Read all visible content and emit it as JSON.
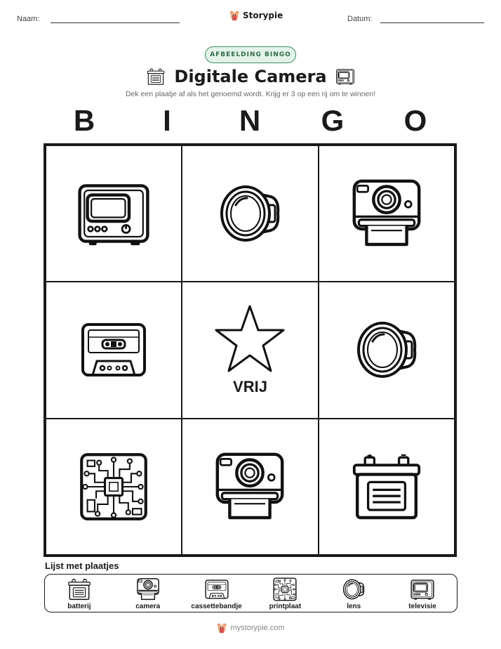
{
  "header": {
    "name_label": "Naam:",
    "date_label": "Datum:",
    "brand": "Storypie"
  },
  "badge": "AFBEELDING BINGO",
  "title": "Digitale Camera",
  "subtitle": "Dek een plaatje af als het genoemd wordt. Krijg er 3 op een rij om te winnen!",
  "bingo_letters": [
    "B",
    "I",
    "N",
    "G",
    "O"
  ],
  "grid": {
    "cells": [
      "television-icon",
      "lens-icon",
      "instant-camera-icon",
      "cassette-icon",
      "free-star-icon",
      "lens-icon",
      "circuit-board-icon",
      "instant-camera-icon",
      "battery-icon"
    ],
    "free_label": "VRIJ"
  },
  "word_list": {
    "title": "Lijst met plaatjes",
    "items": [
      {
        "label": "batterij",
        "icon": "battery-icon"
      },
      {
        "label": "camera",
        "icon": "instant-camera-icon"
      },
      {
        "label": "cassettebandje",
        "icon": "cassette-icon"
      },
      {
        "label": "printplaat",
        "icon": "circuit-board-icon"
      },
      {
        "label": "lens",
        "icon": "lens-icon"
      },
      {
        "label": "televisie",
        "icon": "television-icon"
      }
    ]
  },
  "footer": "mystorypie.com",
  "colors": {
    "badge_bg": "#e3f3e8",
    "badge_border": "#3c8f5e",
    "badge_text": "#2f6b46"
  }
}
